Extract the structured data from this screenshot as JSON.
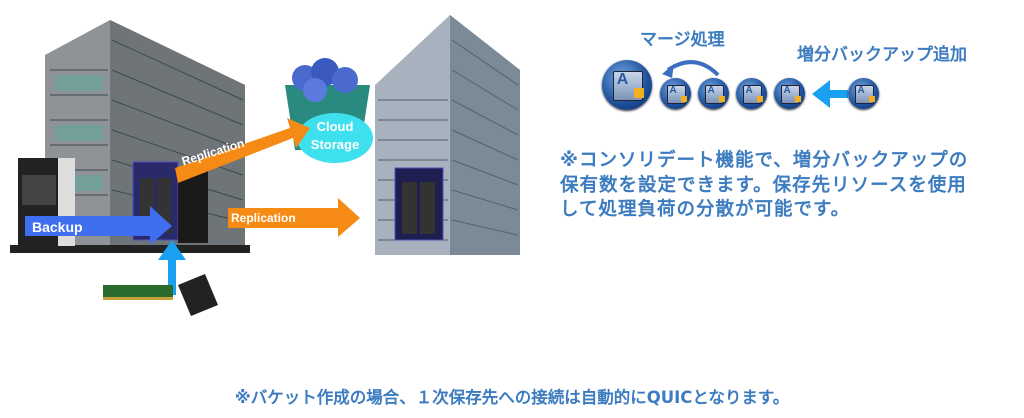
{
  "labels": {
    "backup": "Backup",
    "replication_cloud": "Replication",
    "replication_site": "Replication",
    "cloud_storage_line1": "Cloud",
    "cloud_storage_line2": "Storage",
    "merge": "マージ処理",
    "incremental_add": "増分バックアップ追加"
  },
  "note": {
    "line1": "※コンソリデート機能で、増分バックアップの",
    "line2": "保有数を設定できます。保存先リソースを使用",
    "line3": "して処理負荷の分散が可能です。"
  },
  "footer": "※バケット作成の場合、１次保存先への接続は自動的にQUICとなります。",
  "colors": {
    "text_blue": "#3d7cc0",
    "backup_arrow": "#3f6ff0",
    "replication_arrow": "#f58a14",
    "incoming_arrow": "#1aa0f0"
  }
}
